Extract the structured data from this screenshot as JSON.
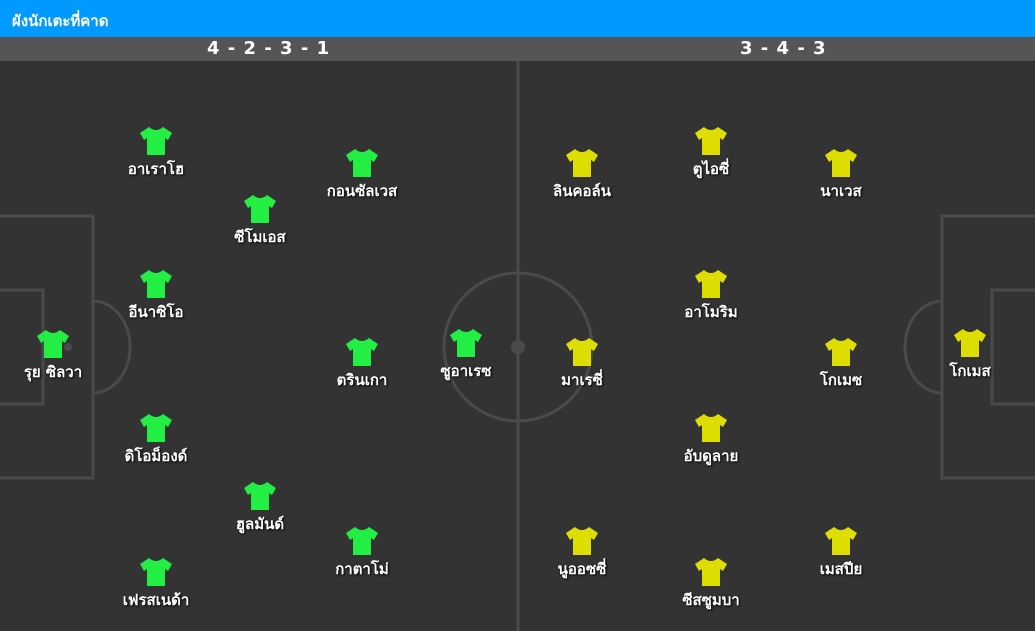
{
  "header": {
    "title": "ผังนักเตะที่คาด"
  },
  "home": {
    "formation": "4 - 2 - 3 - 1",
    "shirt_color": "#22ee44",
    "players": [
      {
        "name": "รุย ซิลวา"
      },
      {
        "name": "อาเราโฮ"
      },
      {
        "name": "อีนาซิโอ"
      },
      {
        "name": "ดิโอม็องด์"
      },
      {
        "name": "เฟรสเนด้า"
      },
      {
        "name": "ซีโมเอส"
      },
      {
        "name": "ฮูลมันด์"
      },
      {
        "name": "กอนซัลเวส"
      },
      {
        "name": "ตรินเกา"
      },
      {
        "name": "กาตาโม่"
      },
      {
        "name": "ซูอาเรซ"
      }
    ]
  },
  "away": {
    "formation": "3 - 4 - 3",
    "shirt_color": "#dddd00",
    "players": [
      {
        "name": "โกเมส"
      },
      {
        "name": "นาเวส"
      },
      {
        "name": "โกเมซ"
      },
      {
        "name": "เมสปีย"
      },
      {
        "name": "ตูไอซี่"
      },
      {
        "name": "อาโมริม"
      },
      {
        "name": "อับดูลาย"
      },
      {
        "name": "ซีสซูมบา"
      },
      {
        "name": "ลินคอล์น"
      },
      {
        "name": "มาเรซี่"
      },
      {
        "name": "นูออซซี่"
      }
    ]
  }
}
